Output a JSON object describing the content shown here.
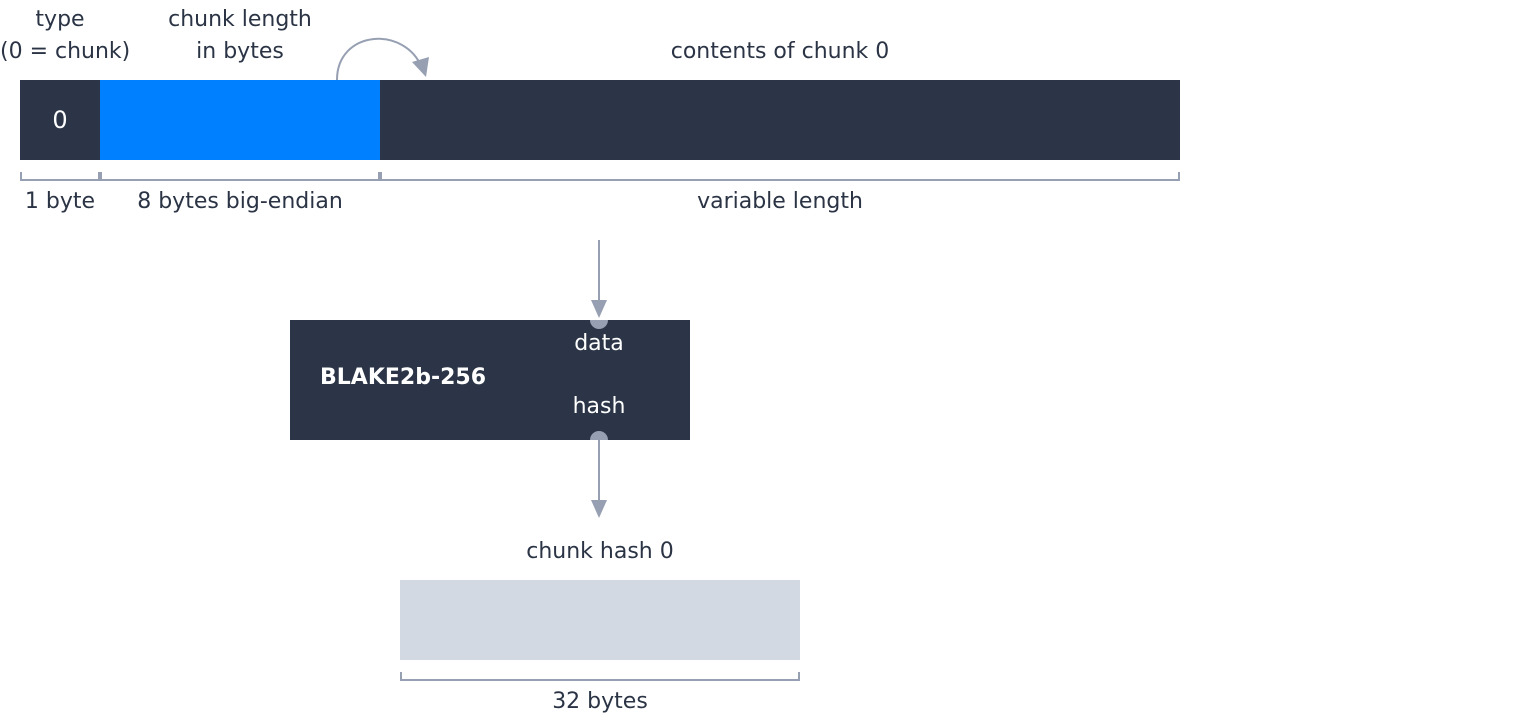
{
  "header_labels": {
    "type_line1": "type",
    "type_line2": "(0 = chunk)",
    "length_line1": "chunk length",
    "length_line2": "in bytes",
    "contents": "contents of chunk 0"
  },
  "packet": {
    "type_value": "0"
  },
  "size_labels": {
    "type_size": "1 byte",
    "length_size": "8 bytes big-endian",
    "contents_size": "variable length"
  },
  "hash_function": {
    "name": "BLAKE2b-256",
    "input_port": "data",
    "output_port": "hash"
  },
  "output": {
    "label": "chunk hash 0",
    "size": "32 bytes"
  },
  "colors": {
    "dark": "#2b3547",
    "blue": "#007fff",
    "light": "#d3d9e2",
    "connector": "#96a0b2"
  }
}
